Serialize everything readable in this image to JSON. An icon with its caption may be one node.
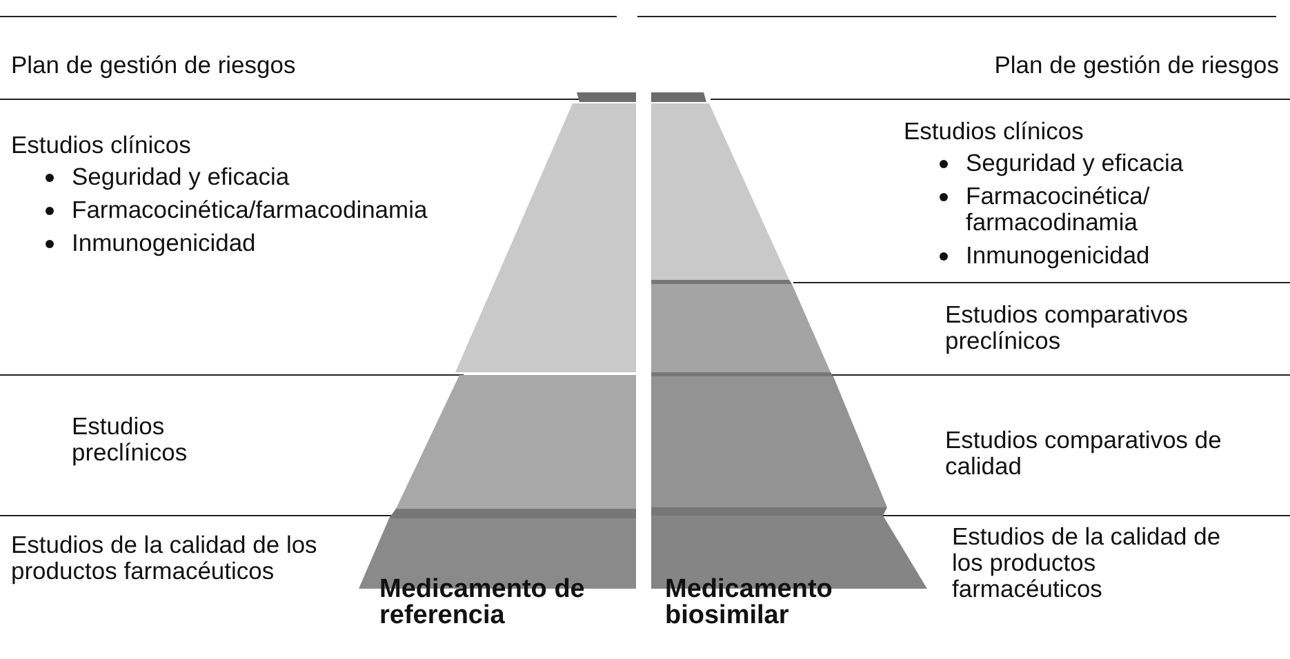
{
  "diagram": {
    "labels": [
      "Plan de gestión de riesgos",
      "Estudios clínicos",
      "Seguridad y eficacia",
      "Farmacocinética/farmacodinamia",
      "Inmunogenicidad",
      "Estudios preclínicos",
      "Estudios de la calidad de los productos farmacéuticos",
      "Medicamento de referencia",
      "Medicamento biosimilar",
      "Plan de gestión de riesgos",
      "Estudios clínicos",
      "Seguridad y eficacia",
      "Farmacocinética/ farmacodinamia",
      "Inmunogenicidad",
      "Estudios comparativos preclínicos",
      "Estudios comparativos de calidad",
      "Estudios de la calidad de los productos farmacéuticos"
    ]
  }
}
